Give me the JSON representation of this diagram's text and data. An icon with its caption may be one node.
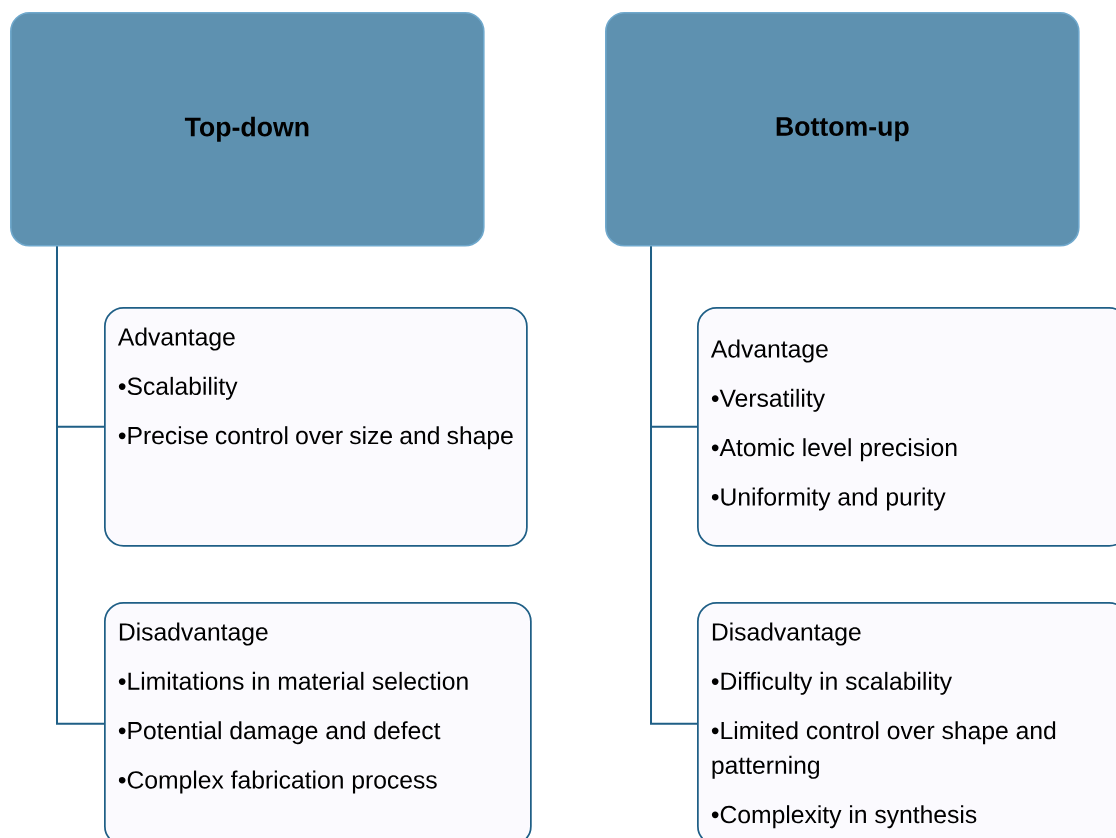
{
  "diagram": {
    "nodes": [
      {
        "text": [
          "Top-down"
        ]
      },
      {
        "text": [
          "Bottom-up"
        ]
      },
      {
        "text": [
          "Advantage",
          "•Scalability",
          "•Precise control over size and shape"
        ]
      },
      {
        "text": [
          "Advantage",
          "•Versatility",
          "•Atomic level precision",
          "•Uniformity and purity"
        ]
      },
      {
        "text": [
          "Disadvantage",
          "•Limitations in material selection",
          "•Potential damage and defect",
          "•Complex fabrication process"
        ]
      },
      {
        "text": [
          "Disadvantage",
          "•Difficulty in scalability",
          "•Limited control over shape and patterning",
          "•Complexity in synthesis"
        ]
      }
    ],
    "edges": [
      {
        "from": 0,
        "to": 2,
        "arrow": "none"
      },
      {
        "from": 0,
        "to": 4,
        "arrow": "none"
      },
      {
        "from": 1,
        "to": 3,
        "arrow": "none"
      },
      {
        "from": 1,
        "to": 5,
        "arrow": "none"
      }
    ]
  }
}
